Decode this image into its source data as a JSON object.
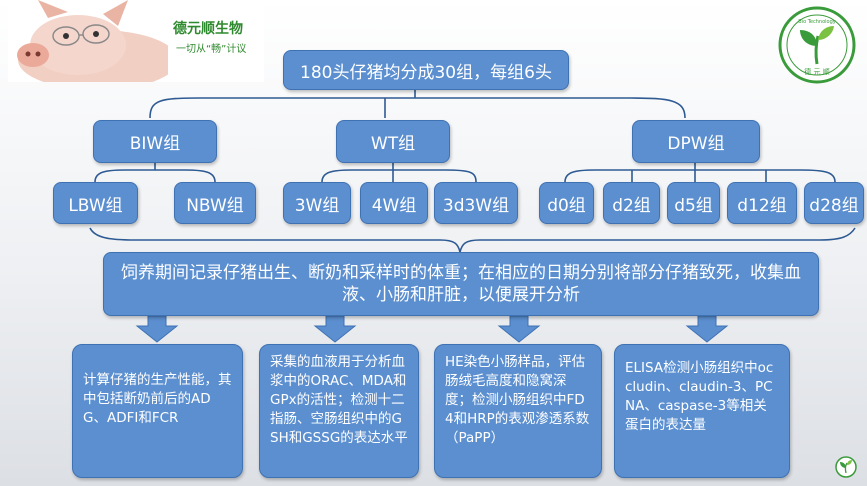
{
  "header": {
    "brand_name": "德元顺生物",
    "slogan": "一切从“畅”计议",
    "logo_text_top": "Bio Technology",
    "logo_text_bottom": "德 元 顺"
  },
  "root": "180头仔猪均分成30组，每组6头",
  "groups": [
    {
      "label": "BIW组",
      "children": [
        "LBW组",
        "NBW组"
      ]
    },
    {
      "label": "WT组",
      "children": [
        "3W组",
        "4W组",
        "3d3W组"
      ]
    },
    {
      "label": "DPW组",
      "children": [
        "d0组",
        "d2组",
        "d5组",
        "d12组",
        "d28组"
      ]
    }
  ],
  "summary": "饲养期间记录仔猪出生、断奶和采样时的体重；在相应的日期分别将部分仔猪致死，收集血液、小肠和肝脏，以便展开分析",
  "details": [
    "计算仔猪的生产性能，其中包括断奶前后的ADG、ADFI和FCR",
    "采集的血液用于分析血浆中的ORAC、MDA和GPx的活性；检测十二指肠、空肠组织中的GSH和GSSG的表达水平",
    "HE染色小肠样品，评估肠绒毛高度和隐窝深度；检测小肠组织中FD4和HRP的表观渗透系数（PaPP）",
    "ELISA检测小肠组织中occludin、claudin-3、PCNA、caspase-3等相关蛋白的表达量"
  ],
  "colors": {
    "box": "#5b8fd0",
    "line": "#2e5a93",
    "logo_green": "#3a9b3a"
  }
}
